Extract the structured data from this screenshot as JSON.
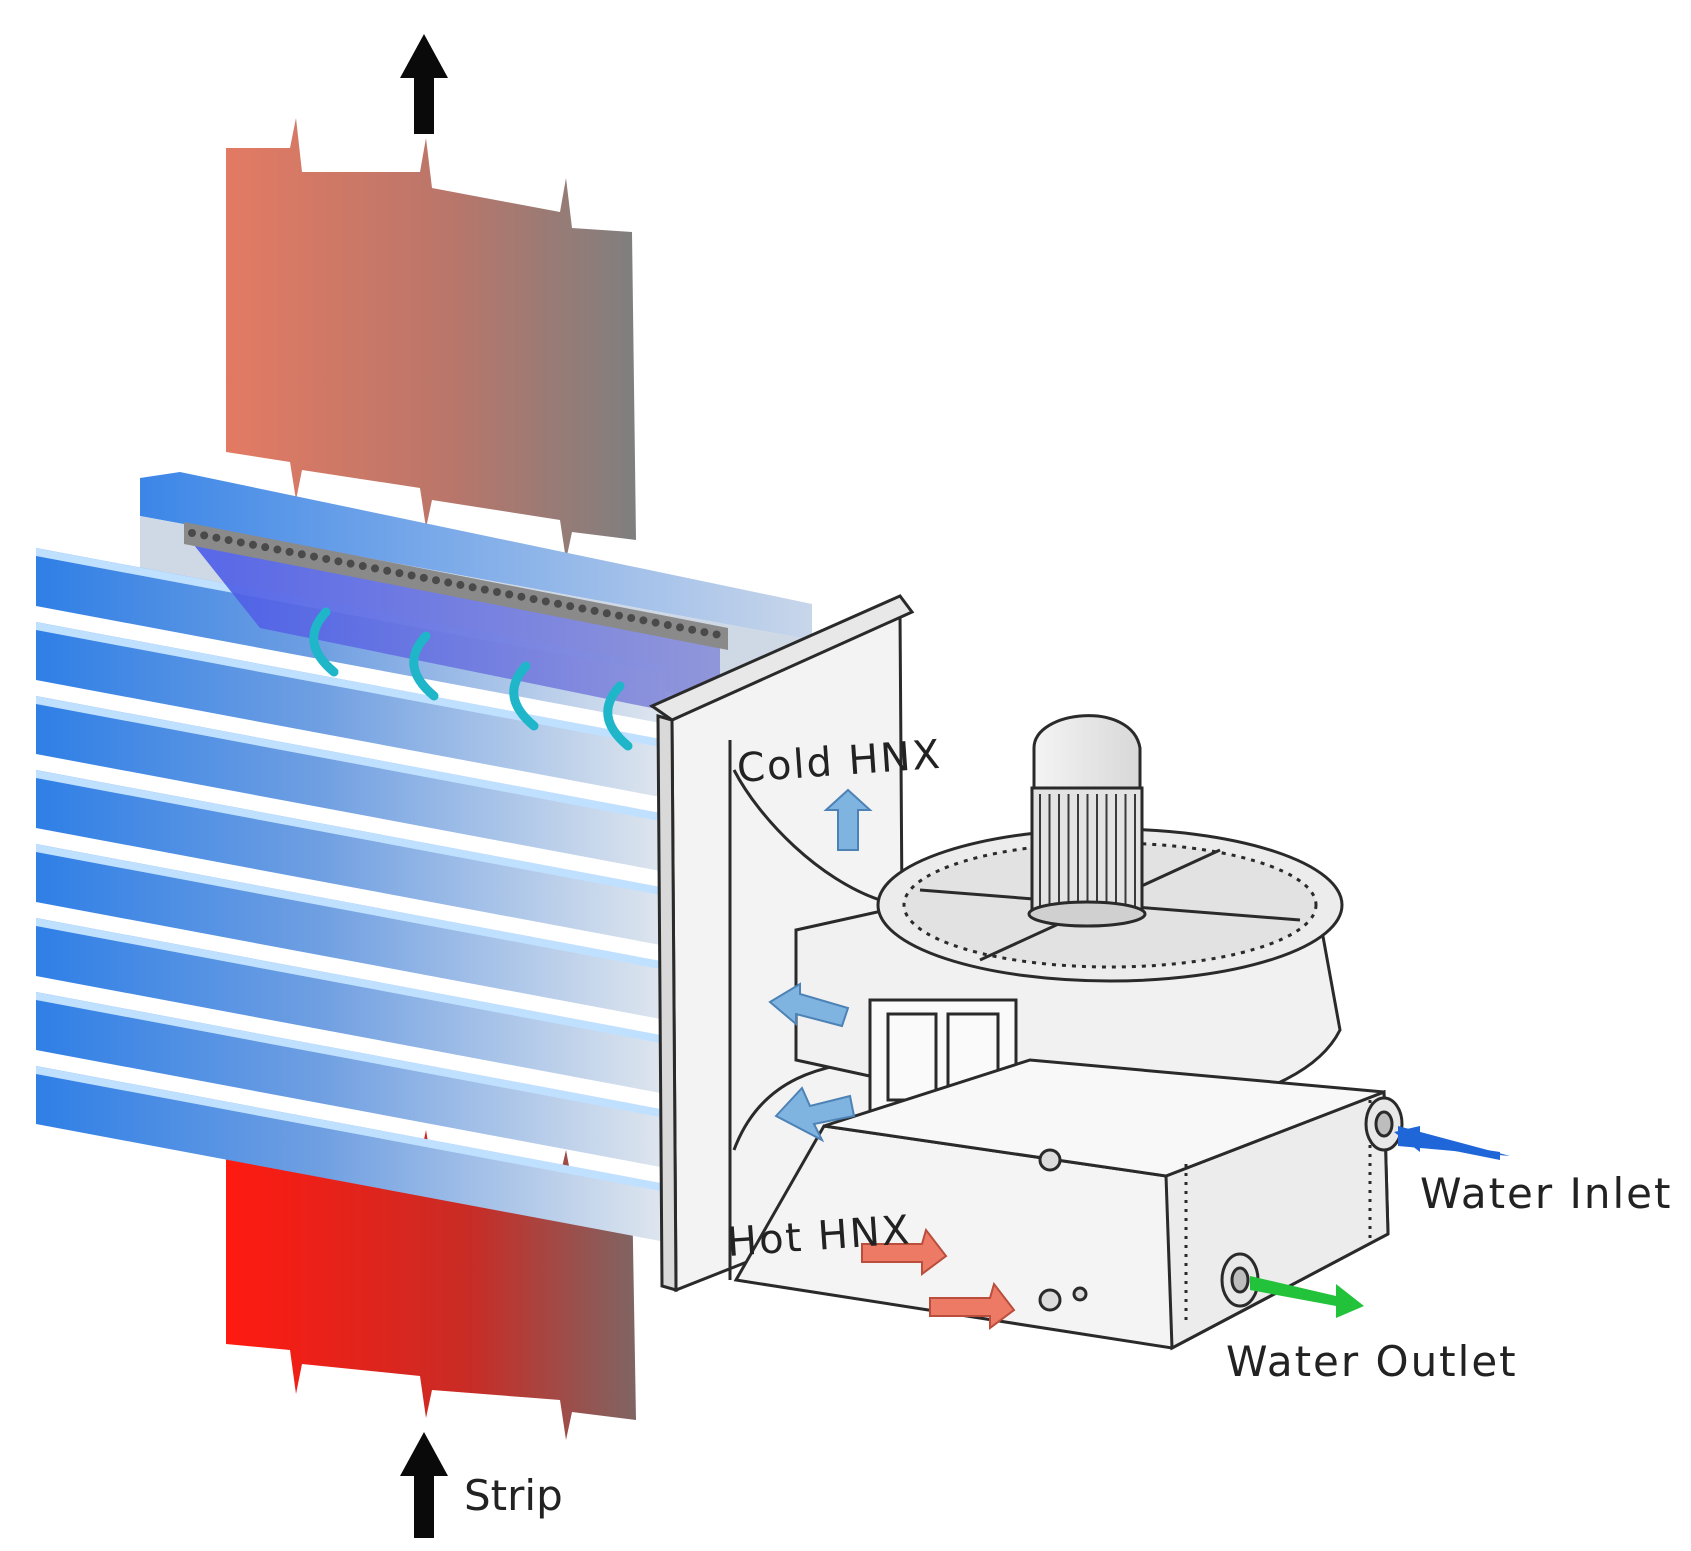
{
  "labels": {
    "cold_hnx": "Cold HNX",
    "hot_hnx": "Hot HNX",
    "water_inlet": "Water Inlet",
    "water_outlet": "Water Outlet",
    "strip": "Strip"
  },
  "colors": {
    "strip_hot": "#ff1a10",
    "strip_warm": "#e37a63",
    "strip_cool": "#7f7f7f",
    "plenum_blue": "#2f7fe6",
    "plenum_light": "#dfe6ee",
    "airflow_arrow": "#7fb3e0",
    "hot_air_arrow": "#ec7a64",
    "water_inlet_arrow": "#1f66d8",
    "water_outlet_arrow": "#22c23a",
    "outline": "#2a2a2a"
  },
  "icons": {
    "strip_direction": "up-arrow-icon",
    "fan_motor": "motor-icon"
  }
}
